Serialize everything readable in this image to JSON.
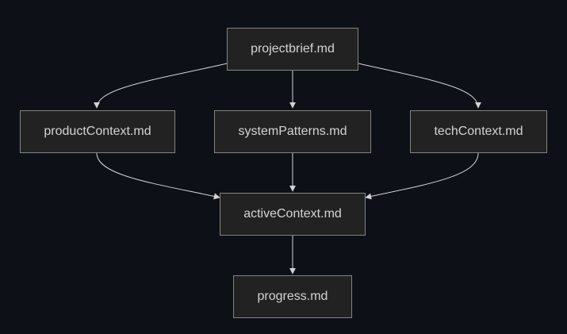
{
  "diagram": {
    "colors": {
      "background": "#0d1117",
      "node_fill": "#222222",
      "node_border": "#838383",
      "text": "#d4d4d4",
      "edge": "#d4d4d4"
    },
    "nodes": {
      "projectbrief": "projectbrief.md",
      "productContext": "productContext.md",
      "systemPatterns": "systemPatterns.md",
      "techContext": "techContext.md",
      "activeContext": "activeContext.md",
      "progress": "progress.md"
    },
    "edges": [
      {
        "from": "projectbrief",
        "to": "productContext"
      },
      {
        "from": "projectbrief",
        "to": "systemPatterns"
      },
      {
        "from": "projectbrief",
        "to": "techContext"
      },
      {
        "from": "productContext",
        "to": "activeContext"
      },
      {
        "from": "systemPatterns",
        "to": "activeContext"
      },
      {
        "from": "techContext",
        "to": "activeContext"
      },
      {
        "from": "activeContext",
        "to": "progress"
      }
    ]
  }
}
